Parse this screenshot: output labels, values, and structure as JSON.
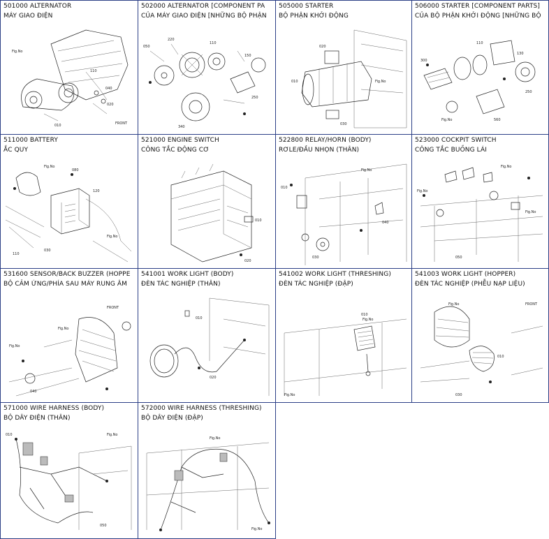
{
  "catalog": {
    "items": [
      {
        "code_title": "501000 ALTERNATOR",
        "vn_title": "MÁY GIAO ĐIỆN",
        "icon": "alternator-diagram"
      },
      {
        "code_title": "502000 ALTERNATOR [COMPONENT PA",
        "vn_title": "CỦA MÁY GIAO ĐIỆN [NHỮNG BỘ PHẬN",
        "icon": "alternator-parts-diagram"
      },
      {
        "code_title": "505000 STARTER",
        "vn_title": "BỘ PHẬN KHỞI ĐỘNG",
        "icon": "starter-diagram"
      },
      {
        "code_title": "506000 STARTER [COMPONENT PARTS]",
        "vn_title": "CỦA BỘ PHẬN KHỞI ĐỘNG [NHỮNG BỘ",
        "icon": "starter-parts-diagram"
      },
      {
        "code_title": "511000 BATTERY",
        "vn_title": "ẮC QUY",
        "icon": "battery-diagram"
      },
      {
        "code_title": "521000 ENGINE SWITCH",
        "vn_title": "CÔNG TẮC ĐỘNG CƠ",
        "icon": "engine-switch-diagram"
      },
      {
        "code_title": "522800 RELAY/HORN (BODY)",
        "vn_title": "RƠLE/ĐẦU NHỌN (THÂN)",
        "icon": "relay-horn-diagram"
      },
      {
        "code_title": "523000 COCKPIT SWITCH",
        "vn_title": "CÔNG TẮC BUỒNG LÁI",
        "icon": "cockpit-switch-diagram"
      },
      {
        "code_title": "531600 SENSOR/BACK BUZZER (HOPPE",
        "vn_title": "BỘ CẢM ỨNG/PHÍA SAU MÁY RUNG ÂM",
        "icon": "sensor-buzzer-diagram"
      },
      {
        "code_title": "541001 WORK LIGHT (BODY)",
        "vn_title": "ĐÈN TÁC NGHIỆP (THÂN)",
        "icon": "work-light-body-diagram"
      },
      {
        "code_title": "541002 WORK LIGHT (THRESHING)",
        "vn_title": "ĐÈN TÁC NGHIỆP (ĐẬP)",
        "icon": "work-light-threshing-diagram"
      },
      {
        "code_title": "541003 WORK LIGHT (HOPPER)",
        "vn_title": "ĐÈN TÁC NGHIỆP (PHỄU NẠP LIỆU)",
        "icon": "work-light-hopper-diagram"
      },
      {
        "code_title": "571000 WIRE HARNESS (BODY)",
        "vn_title": "BỘ DÂY ĐIỆN (THÂN)",
        "icon": "wire-harness-body-diagram"
      },
      {
        "code_title": "572000 WIRE HARNESS (THRESHING)",
        "vn_title": "BỘ DÂY ĐIỆN (ĐẬP)",
        "icon": "wire-harness-threshing-diagram"
      }
    ]
  },
  "labels": {
    "front": "FRONT"
  },
  "colors": {
    "border": "#2b3f86",
    "ink": "#222222"
  }
}
